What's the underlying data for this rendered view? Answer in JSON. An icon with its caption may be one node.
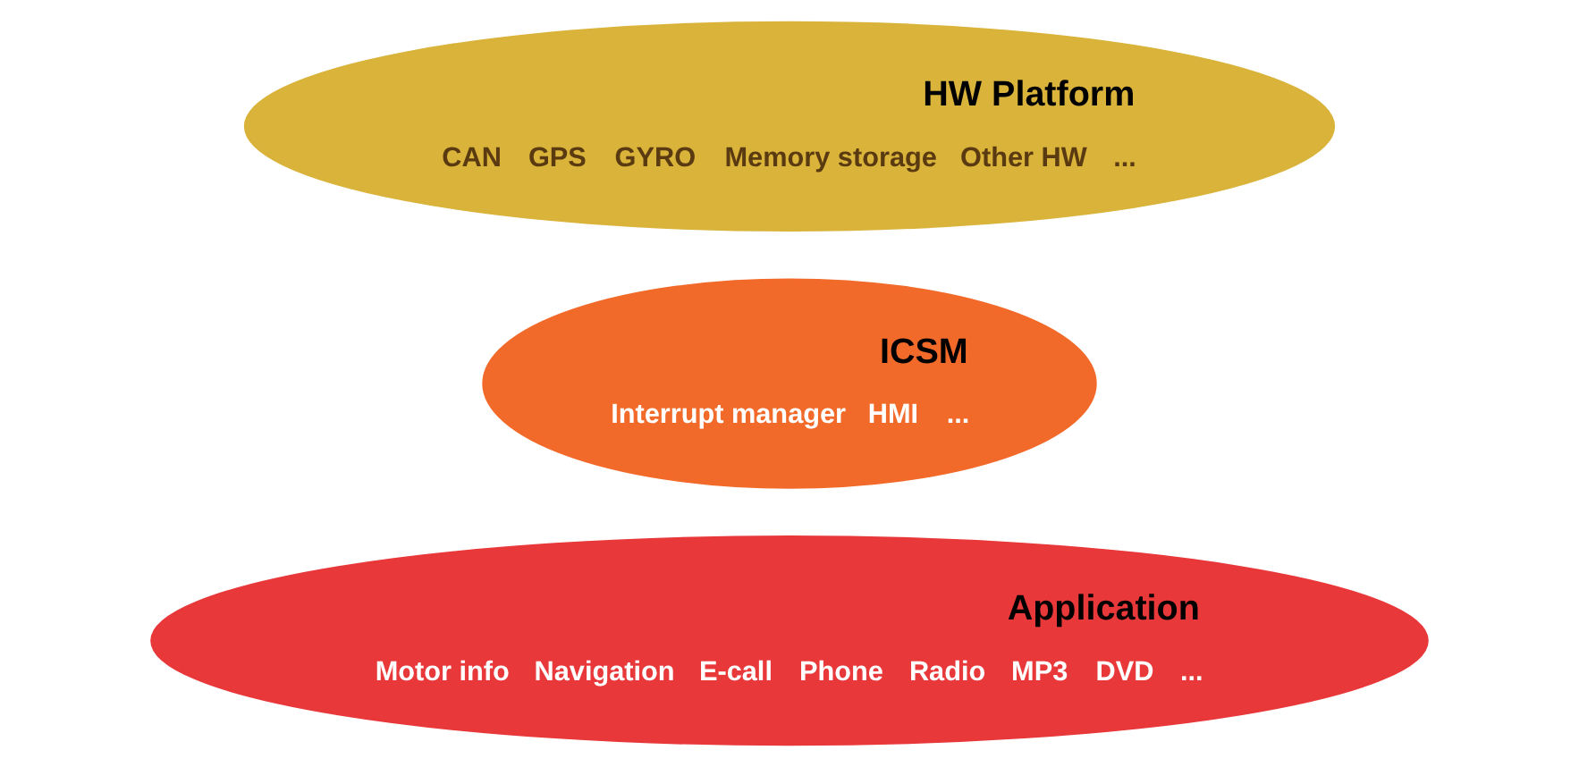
{
  "diagram": {
    "nodes": [
      {
        "text": [
          "Application",
          "Motor info",
          "Navigation",
          "E-call",
          "Phone",
          "Radio",
          "MP3",
          "DVD",
          "..."
        ]
      },
      {
        "text": [
          "ICSM",
          "Interrupt manager",
          "HMI",
          "..."
        ]
      },
      {
        "text": [
          "HW Platform",
          "CAN",
          "GPS",
          "GYRO",
          "Memory storage",
          "Other HW",
          "..."
        ]
      }
    ],
    "edges": []
  }
}
